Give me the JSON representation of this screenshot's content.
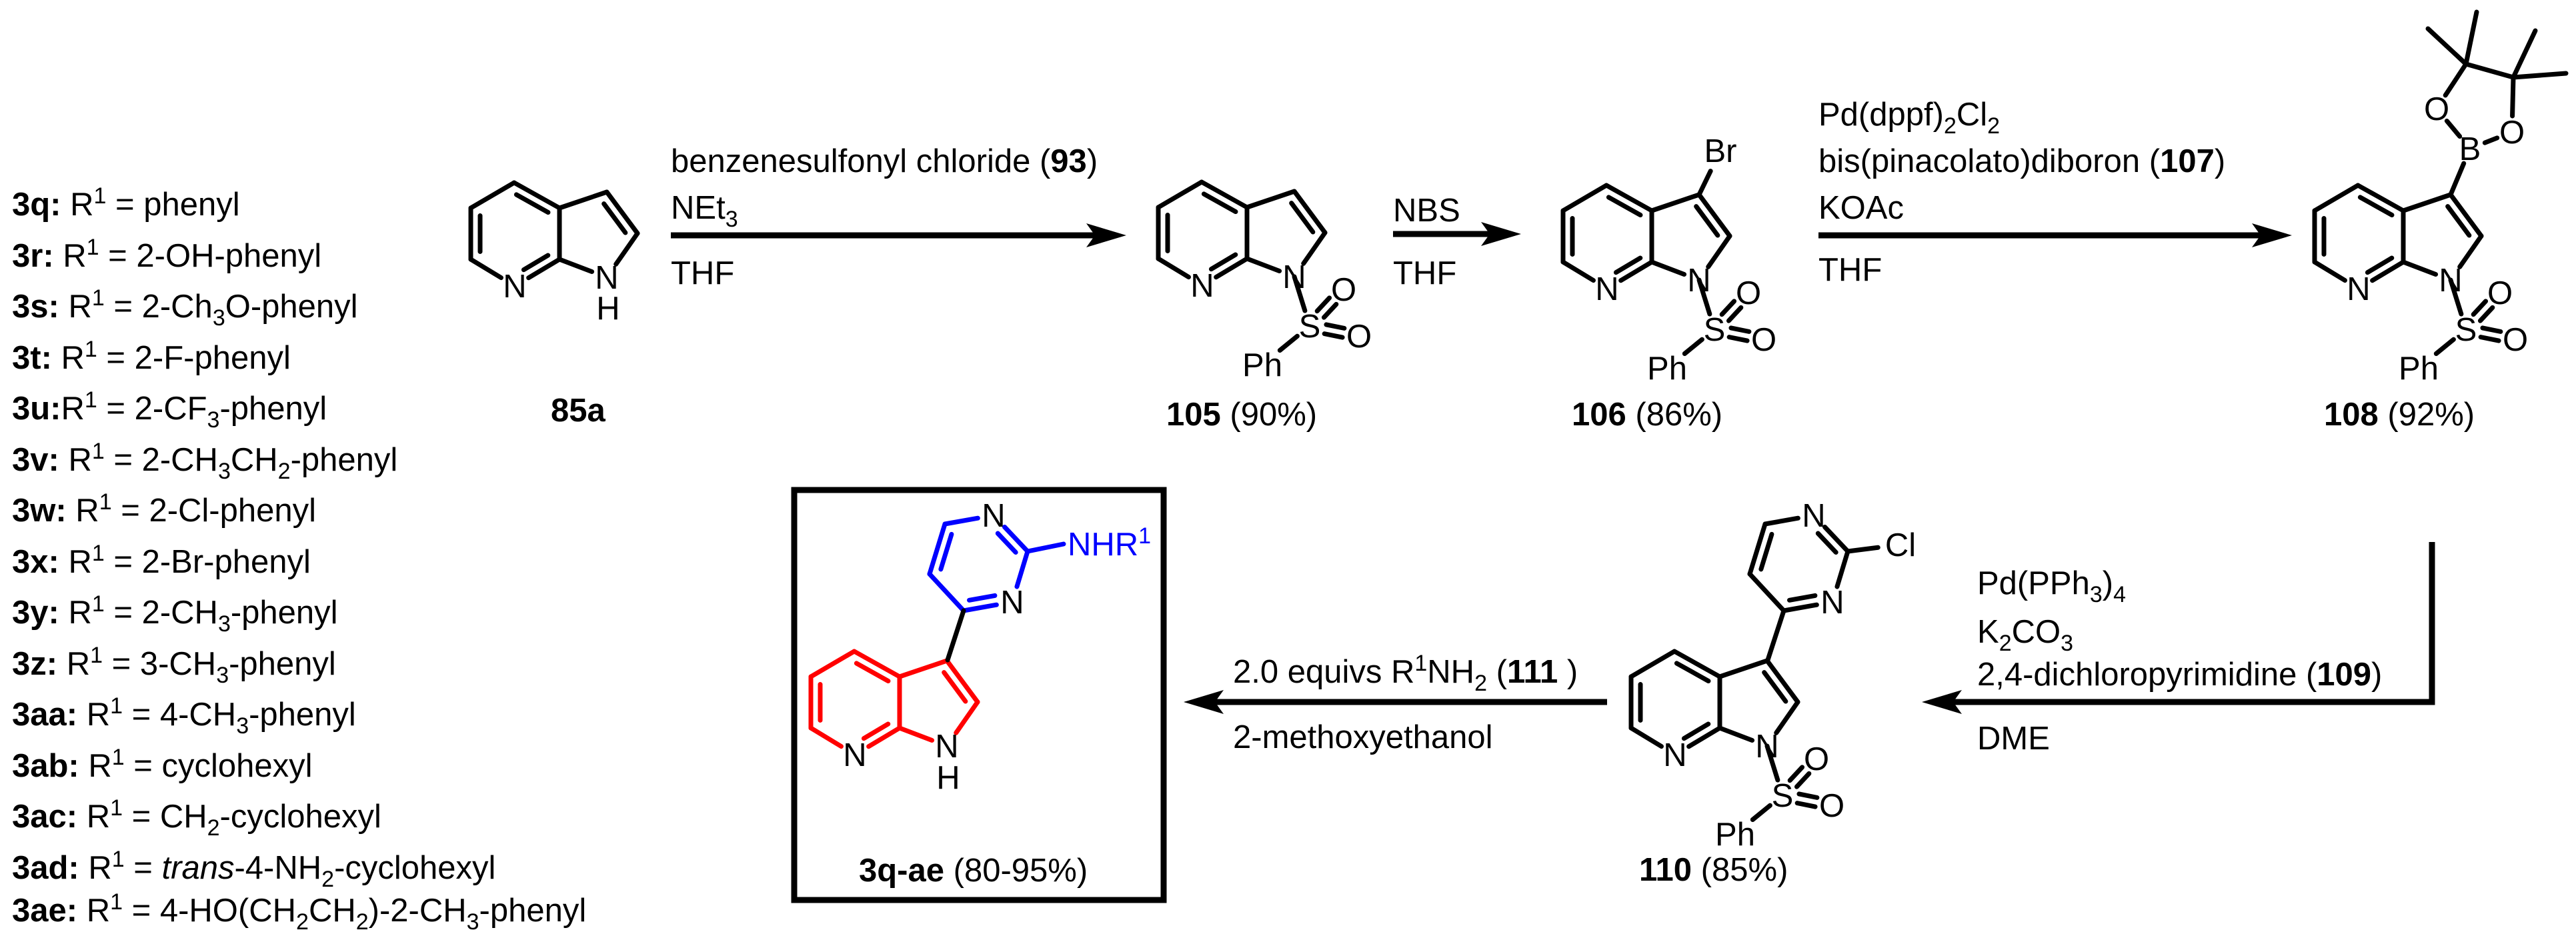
{
  "substituents": [
    [
      {
        "t": "3q:",
        "b": 1
      },
      {
        "t": " R"
      },
      {
        "t": "1",
        "sup": 1
      },
      {
        "t": " = phenyl"
      }
    ],
    [
      {
        "t": "3r:",
        "b": 1
      },
      {
        "t": " R"
      },
      {
        "t": "1",
        "sup": 1
      },
      {
        "t": " = 2-OH-phenyl"
      }
    ],
    [
      {
        "t": "3s:",
        "b": 1
      },
      {
        "t": " R"
      },
      {
        "t": "1",
        "sup": 1
      },
      {
        "t": " = 2-Ch"
      },
      {
        "t": "3",
        "sub": 1
      },
      {
        "t": "O-phenyl"
      }
    ],
    [
      {
        "t": "3t:",
        "b": 1
      },
      {
        "t": " R"
      },
      {
        "t": "1",
        "sup": 1
      },
      {
        "t": " = 2-F-phenyl"
      }
    ],
    [
      {
        "t": "3u:",
        "b": 1
      },
      {
        "t": "R"
      },
      {
        "t": "1",
        "sup": 1
      },
      {
        "t": " = 2-CF"
      },
      {
        "t": "3",
        "sub": 1
      },
      {
        "t": "-phenyl"
      }
    ],
    [
      {
        "t": "3v:",
        "b": 1
      },
      {
        "t": " R"
      },
      {
        "t": "1",
        "sup": 1
      },
      {
        "t": " = 2-CH"
      },
      {
        "t": "3",
        "sub": 1
      },
      {
        "t": "CH"
      },
      {
        "t": "2",
        "sub": 1
      },
      {
        "t": "-phenyl"
      }
    ],
    [
      {
        "t": "3w:",
        "b": 1
      },
      {
        "t": " R"
      },
      {
        "t": "1",
        "sup": 1
      },
      {
        "t": " = 2-Cl-phenyl"
      }
    ],
    [
      {
        "t": "3x:",
        "b": 1
      },
      {
        "t": " R"
      },
      {
        "t": "1",
        "sup": 1
      },
      {
        "t": " = 2-Br-phenyl"
      }
    ],
    [
      {
        "t": "3y:",
        "b": 1
      },
      {
        "t": " R"
      },
      {
        "t": "1",
        "sup": 1
      },
      {
        "t": " = 2-CH"
      },
      {
        "t": "3",
        "sub": 1
      },
      {
        "t": "-phenyl"
      }
    ],
    [
      {
        "t": "3z:",
        "b": 1
      },
      {
        "t": " R"
      },
      {
        "t": "1",
        "sup": 1
      },
      {
        "t": " = 3-CH"
      },
      {
        "t": "3",
        "sub": 1
      },
      {
        "t": "-phenyl"
      }
    ],
    [
      {
        "t": "3aa:",
        "b": 1
      },
      {
        "t": " R"
      },
      {
        "t": "1",
        "sup": 1
      },
      {
        "t": " = 4-CH"
      },
      {
        "t": "3",
        "sub": 1
      },
      {
        "t": "-phenyl"
      }
    ],
    [
      {
        "t": "3ab:",
        "b": 1
      },
      {
        "t": " R"
      },
      {
        "t": "1",
        "sup": 1
      },
      {
        "t": " = cyclohexyl"
      }
    ],
    [
      {
        "t": "3ac:",
        "b": 1
      },
      {
        "t": " R"
      },
      {
        "t": "1",
        "sup": 1
      },
      {
        "t": " = CH"
      },
      {
        "t": "2",
        "sub": 1
      },
      {
        "t": "-cyclohexyl"
      }
    ],
    [
      {
        "t": "3ad:",
        "b": 1
      },
      {
        "t": " R"
      },
      {
        "t": "1",
        "sup": 1
      },
      {
        "t": " = "
      },
      {
        "t": "trans",
        "i": 1
      },
      {
        "t": "-4-NH"
      },
      {
        "t": "2",
        "sub": 1
      },
      {
        "t": "-cyclohexyl"
      }
    ],
    [
      {
        "t": "3ae:",
        "b": 1
      },
      {
        "t": " R"
      },
      {
        "t": "1",
        "sup": 1
      },
      {
        "t": " = 4-HO(CH"
      },
      {
        "t": "2",
        "sub": 1
      },
      {
        "t": "CH"
      },
      {
        "t": "2",
        "sub": 1
      },
      {
        "t": ")-2-CH"
      },
      {
        "t": "3",
        "sub": 1
      },
      {
        "t": "-phenyl"
      }
    ]
  ],
  "compounds": {
    "c85a": [
      {
        "t": "85a",
        "b": 1
      }
    ],
    "c105": [
      {
        "t": "105",
        "b": 1
      },
      {
        "t": " (90%)"
      }
    ],
    "c106": [
      {
        "t": "106",
        "b": 1
      },
      {
        "t": " (86%)"
      }
    ],
    "c108": [
      {
        "t": "108",
        "b": 1
      },
      {
        "t": " (92%)"
      }
    ],
    "c110": [
      {
        "t": "110",
        "b": 1
      },
      {
        "t": " (85%)"
      }
    ],
    "product": [
      {
        "t": "3q-ae",
        "b": 1
      },
      {
        "t": " (80-95%)"
      }
    ]
  },
  "reactions": [
    {
      "above": [
        [
          {
            "t": "benzenesulfonyl chloride ("
          },
          {
            "t": "93",
            "b": 1
          },
          {
            "t": ")"
          }
        ],
        [
          {
            "t": "NEt"
          },
          {
            "t": "3",
            "sub": 1
          }
        ]
      ],
      "below": [
        [
          {
            "t": "THF"
          }
        ]
      ]
    },
    {
      "above": [
        [
          {
            "t": "NBS"
          }
        ]
      ],
      "below": [
        [
          {
            "t": "THF"
          }
        ]
      ]
    },
    {
      "above": [
        [
          {
            "t": "Pd(dppf)"
          },
          {
            "t": "2",
            "sub": 1
          },
          {
            "t": "Cl"
          },
          {
            "t": "2",
            "sub": 1
          }
        ],
        [
          {
            "t": "bis(pinacolato)diboron ("
          },
          {
            "t": "107",
            "b": 1
          },
          {
            "t": ")"
          }
        ],
        [
          {
            "t": "KOAc"
          }
        ]
      ],
      "below": [
        [
          {
            "t": "THF"
          }
        ]
      ]
    },
    {
      "above": [
        [
          {
            "t": "Pd(PPh"
          },
          {
            "t": "3",
            "sub": 1
          },
          {
            "t": ")"
          },
          {
            "t": "4",
            "sub": 1
          }
        ],
        [
          {
            "t": "K"
          },
          {
            "t": "2",
            "sub": 1
          },
          {
            "t": "CO"
          },
          {
            "t": "3",
            "sub": 1
          }
        ],
        [
          {
            "t": "2,4-dichloropyrimidine ("
          },
          {
            "t": "109",
            "b": 1
          },
          {
            "t": ")"
          }
        ]
      ],
      "below": [
        [
          {
            "t": "DME"
          }
        ]
      ]
    },
    {
      "above": [
        [
          {
            "t": "2.0 equivs R"
          },
          {
            "t": "1",
            "sup": 1
          },
          {
            "t": "NH"
          },
          {
            "t": "2",
            "sub": 1
          },
          {
            "t": " ("
          },
          {
            "t": "111",
            "b": 1
          },
          {
            "t": " )"
          }
        ]
      ],
      "below": [
        [
          {
            "t": "2-methoxyethanol"
          }
        ]
      ]
    }
  ],
  "atoms": {
    "N": "N",
    "H": "H",
    "S": "S",
    "O": "O",
    "Ph": "Ph",
    "Br": "Br",
    "B": "B",
    "Cl": "Cl"
  },
  "nhr": [
    {
      "t": "NHR"
    },
    {
      "t": "1",
      "sup": 1
    }
  ],
  "colors": {
    "ink": "#000000",
    "pyrimidine": "#0000ff",
    "azaindole": "#ff0000",
    "pyridine_n": "#008000"
  }
}
